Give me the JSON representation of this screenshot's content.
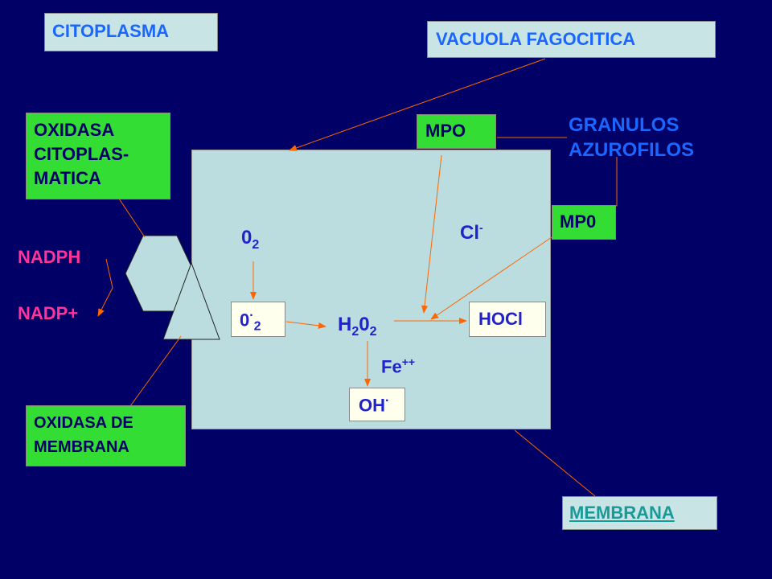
{
  "colors": {
    "background": "#000066",
    "cell": "#bbdde0",
    "light_box": "#c8e4e4",
    "green_box": "#33dd33",
    "label_blue": "#1a66ff",
    "label_pink": "#ff3399",
    "chem_blue": "#2222cc",
    "arrow": "#ff6600"
  },
  "labels": {
    "citoplasma": "CITOPLASMA",
    "vacuola": "VACUOLA FAGOCITICA",
    "oxidasa_citoplasmatica": [
      "OXIDASA",
      "CITOPLAS-",
      "MATICA"
    ],
    "mpo_top": "MPO",
    "granulos": [
      "GRANULOS",
      "AZUROFILOS"
    ],
    "mpo_right": "MP0",
    "nadph": "NADPH",
    "nadp": "NADP+",
    "oxidasa_membrana": [
      "OXIDASA DE",
      "MEMBRANA"
    ],
    "membrana": "MEMBRANA"
  },
  "chem": {
    "o2": {
      "base": "0",
      "sub": "2"
    },
    "superoxide": {
      "base": "0",
      "sup": "·",
      "sub": "2"
    },
    "h2o2": {
      "p1": "H",
      "s1": "2",
      "p2": "0",
      "s2": "2"
    },
    "hocl": "HOCl",
    "cl": {
      "base": "Cl",
      "sup": "-"
    },
    "fe": {
      "base": "Fe",
      "sup": "++"
    },
    "oh": {
      "base": "OH",
      "sup": "·"
    }
  }
}
